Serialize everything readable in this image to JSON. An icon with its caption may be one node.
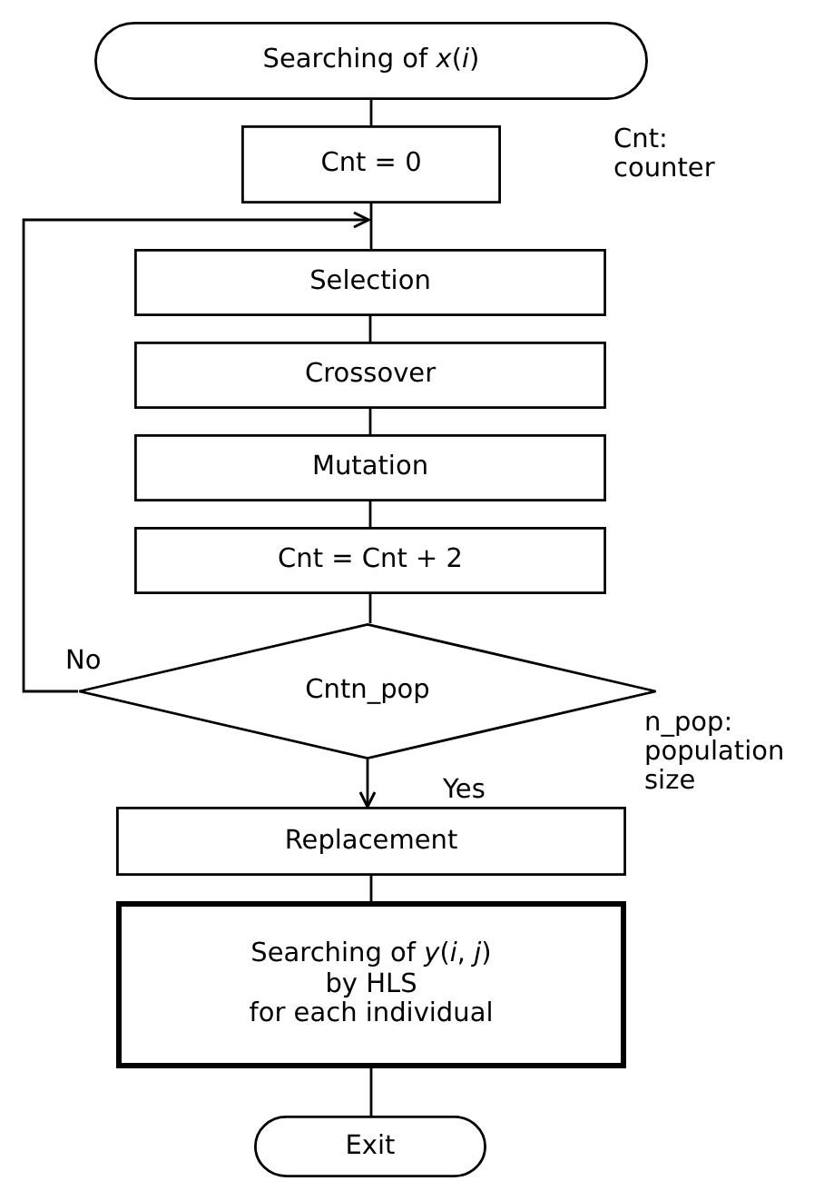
{
  "diagram": {
    "nodes": [
      {
        "text": [
          "Searching of *x*(*i*)"
        ]
      },
      {
        "text": [
          "Cnt = 0"
        ]
      },
      {
        "text": [
          "Selection"
        ]
      },
      {
        "text": [
          "Crossover"
        ]
      },
      {
        "text": [
          "Mutation"
        ]
      },
      {
        "text": [
          "Cnt = Cnt + 2"
        ]
      },
      {
        "text": [
          "Cntn_pop"
        ],
        "beside": [
          "n_pop: population size"
        ]
      },
      {
        "text": [
          "Replacement"
        ]
      },
      {
        "text": [
          "Searching of *y*(*i*, *j*)",
          "by HLS",
          "for each individual"
        ]
      },
      {
        "text": [
          "Exit"
        ]
      }
    ],
    "edges": [
      {
        "from": 0,
        "to": 1,
        "arrow": "none"
      },
      {
        "from": 1,
        "to": 2,
        "arrow": "none"
      },
      {
        "from": 2,
        "to": 3,
        "arrow": "none"
      },
      {
        "from": 3,
        "to": 4,
        "arrow": "none"
      },
      {
        "from": 4,
        "to": 5,
        "arrow": "none"
      },
      {
        "from": 5,
        "to": 6,
        "arrow": "none"
      },
      {
        "from": 6,
        "to": 2,
        "arrow": "to",
        "label": "No"
      },
      {
        "from": 6,
        "to": 7,
        "arrow": "to",
        "label": "Yes"
      },
      {
        "from": 7,
        "to": 8,
        "arrow": "none"
      },
      {
        "from": 8,
        "to": 9,
        "arrow": "none"
      }
    ],
    "labels": [
      "Cnt: counter"
    ]
  }
}
